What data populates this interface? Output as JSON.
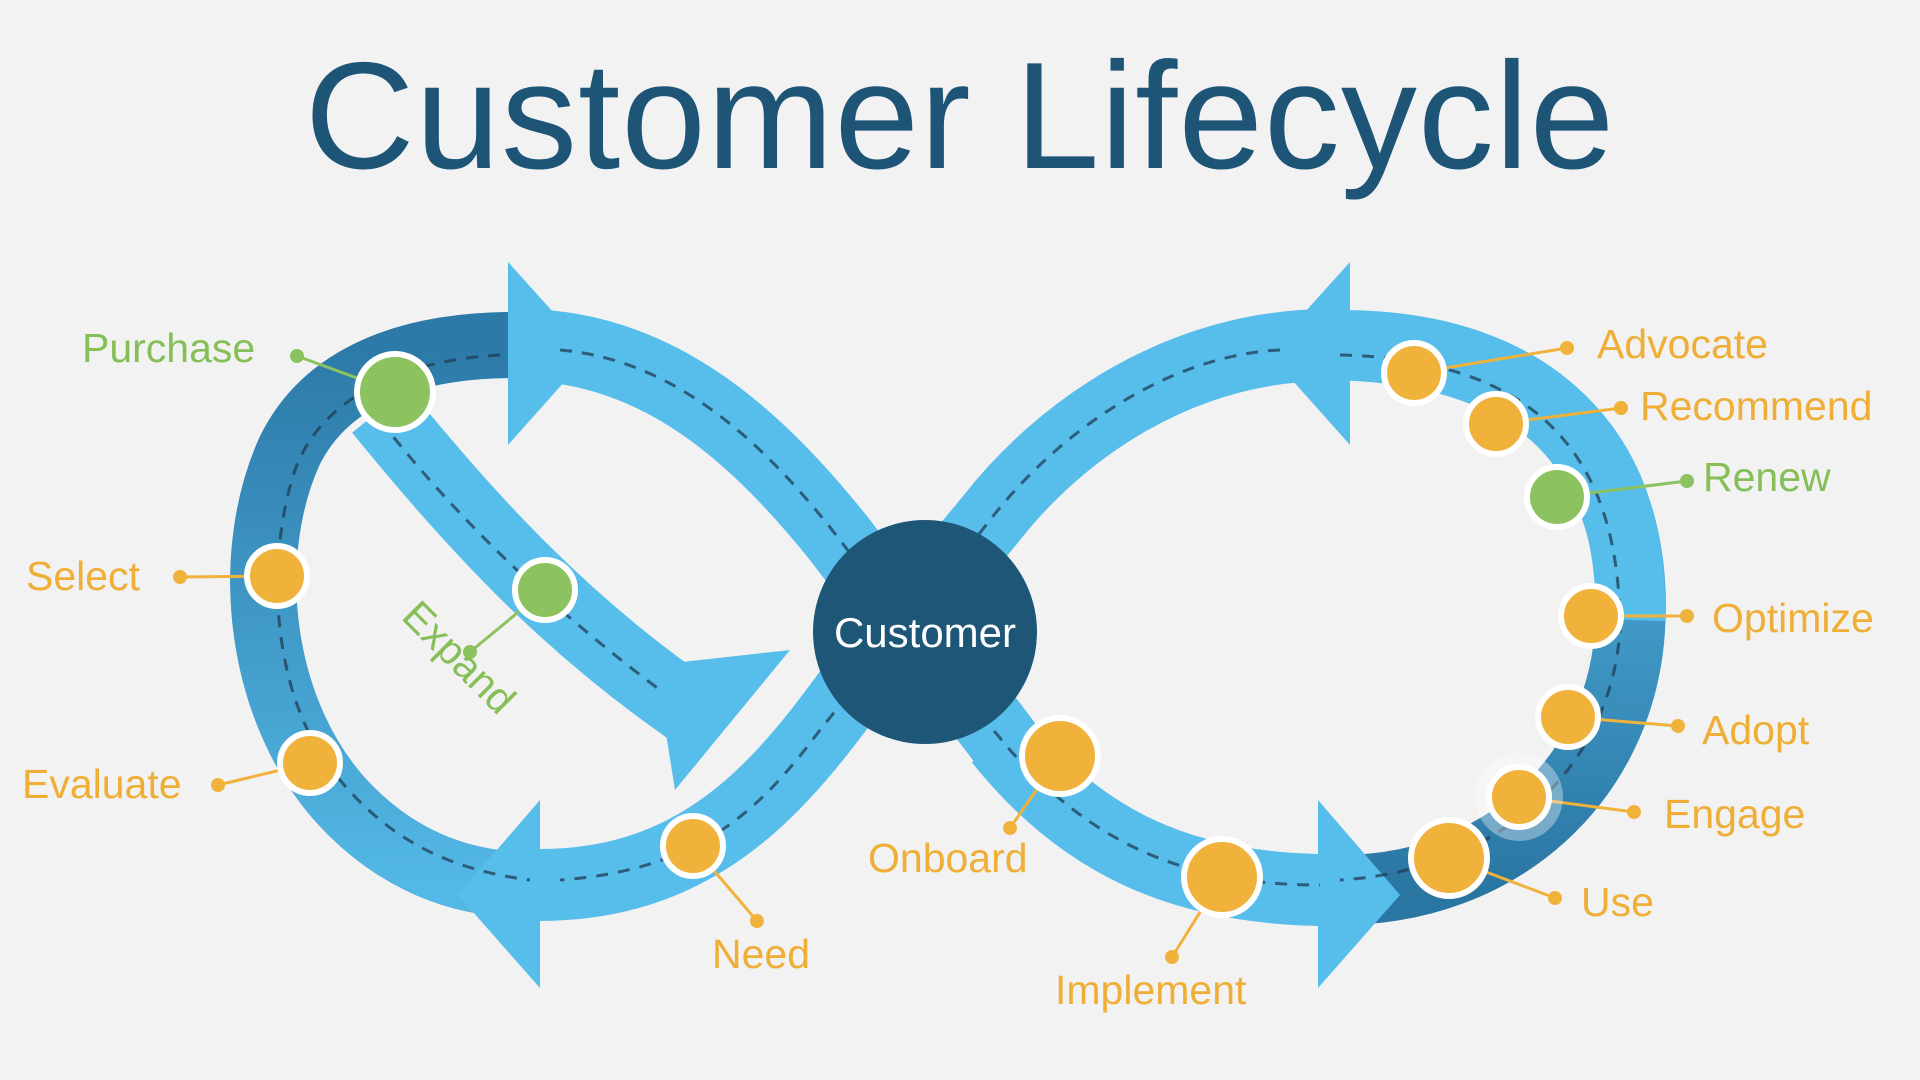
{
  "title": "Customer Lifecycle",
  "center": {
    "label": "Customer"
  },
  "colors": {
    "title": "#1e5577",
    "band": "#57bdea",
    "band_dark": "#2a7fb0",
    "center": "#1d5676",
    "stage_orange": "#f0b23b",
    "stage_green": "#8dc260",
    "label_orange": "#efae36",
    "label_green": "#86bf57"
  },
  "stages": [
    {
      "id": "purchase",
      "label": "Purchase",
      "color": "green"
    },
    {
      "id": "select",
      "label": "Select",
      "color": "orange"
    },
    {
      "id": "evaluate",
      "label": "Evaluate",
      "color": "orange"
    },
    {
      "id": "expand",
      "label": "Expand",
      "color": "green"
    },
    {
      "id": "need",
      "label": "Need",
      "color": "orange"
    },
    {
      "id": "onboard",
      "label": "Onboard",
      "color": "orange"
    },
    {
      "id": "implement",
      "label": "Implement",
      "color": "orange"
    },
    {
      "id": "advocate",
      "label": "Advocate",
      "color": "orange"
    },
    {
      "id": "recommend",
      "label": "Recommend",
      "color": "orange"
    },
    {
      "id": "renew",
      "label": "Renew",
      "color": "green"
    },
    {
      "id": "optimize",
      "label": "Optimize",
      "color": "orange"
    },
    {
      "id": "adopt",
      "label": "Adopt",
      "color": "orange"
    },
    {
      "id": "engage",
      "label": "Engage",
      "color": "orange"
    },
    {
      "id": "use",
      "label": "Use",
      "color": "orange"
    }
  ]
}
